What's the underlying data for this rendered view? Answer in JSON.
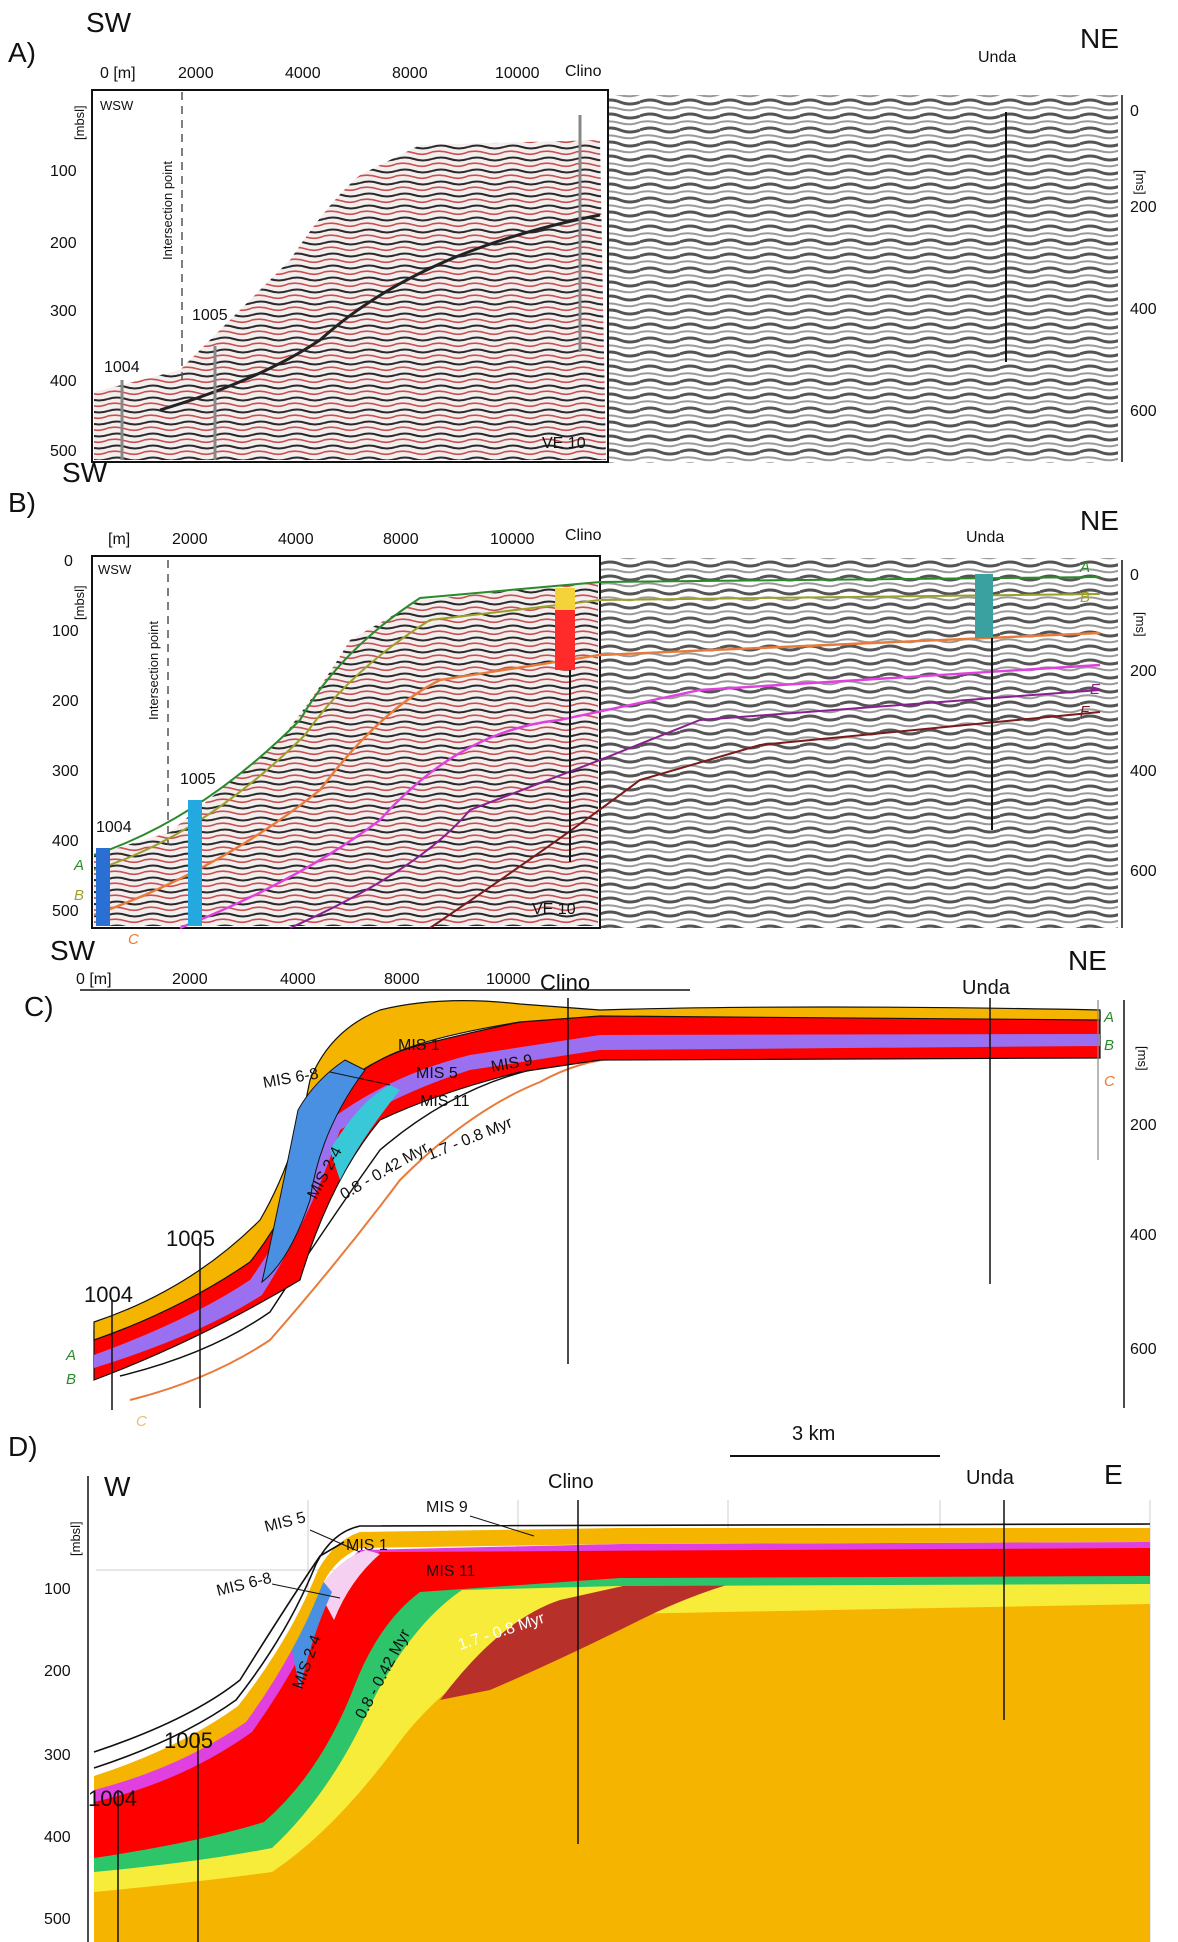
{
  "figure": {
    "panels": [
      {
        "id": "A",
        "letter": "A)",
        "left_dir": "SW",
        "right_dir": "NE",
        "x_unit": "0 [m]",
        "x_ticks": [
          "2000",
          "4000",
          "8000",
          "10000"
        ],
        "depth_unit": "[mbsl]",
        "depth_ticks": [
          "100",
          "200",
          "300",
          "400",
          "500"
        ],
        "twt_unit": "[ms]",
        "twt_ticks": [
          "0",
          "200",
          "400",
          "600"
        ],
        "wsw": "WSW",
        "intersection": "Intersection point",
        "wells": [
          "1004",
          "1005"
        ],
        "clino": "Clino",
        "unda": "Unda",
        "ve": "VE 10"
      },
      {
        "id": "B",
        "letter": "B)",
        "left_dir": "SW",
        "right_dir": "NE",
        "x_unit": "[m]",
        "x_ticks": [
          "2000",
          "4000",
          "8000",
          "10000"
        ],
        "depth_unit": "[mbsl]",
        "depth_ticks": [
          "0",
          "100",
          "200",
          "300",
          "400",
          "500"
        ],
        "twt_unit": "[ms]",
        "twt_ticks": [
          "0",
          "200",
          "400",
          "600"
        ],
        "wsw": "WSW",
        "intersection": "Intersection point",
        "wells": [
          "1004",
          "1005"
        ],
        "clino": "Clino",
        "unda": "Unda",
        "ve": "VE 10",
        "horizons_left": [
          "A",
          "B",
          "C"
        ],
        "horizons_right": [
          "A",
          "B",
          "E",
          "F"
        ]
      },
      {
        "id": "C",
        "letter": "C)",
        "left_dir": "SW",
        "right_dir": "NE",
        "x_unit": "0 [m]",
        "x_ticks": [
          "2000",
          "4000",
          "8000",
          "10000"
        ],
        "twt_unit": "[ms]",
        "twt_ticks": [
          "200",
          "400",
          "600"
        ],
        "wells": [
          "1004",
          "1005"
        ],
        "clino": "Clino",
        "unda": "Unda",
        "units": [
          "MIS 1",
          "MIS 5",
          "MIS 9",
          "MIS 11",
          "MIS 6-8",
          "MIS 2-4",
          "0.8 - 0.42 Myr",
          "1.7 - 0.8 Myr"
        ],
        "horizons_left": [
          "A",
          "B",
          "C"
        ],
        "horizons_right": [
          "A",
          "B",
          "C"
        ]
      },
      {
        "id": "D",
        "letter": "D)",
        "left_dir": "W",
        "right_dir": "E",
        "scale_label": "3 km",
        "depth_unit": "[mbsl]",
        "depth_ticks": [
          "100",
          "200",
          "300",
          "400",
          "500"
        ],
        "wells": [
          "1004",
          "1005"
        ],
        "clino": "Clino",
        "unda": "Unda",
        "units": [
          "MIS 9",
          "MIS 5",
          "MIS 1",
          "MIS 11",
          "MIS 6-8",
          "MIS 2-4",
          "0.8 - 0.42 Myr",
          "1.7 - 0.8 Myr"
        ]
      }
    ],
    "colors": {
      "mis1": "#f5b400",
      "mis5": "#ff0000",
      "mis9": "#9a6ff0",
      "mis24": "#4a90e2",
      "old": "#f7ec3a",
      "green": "#2ec46a",
      "darkred": "#b8302a",
      "orange": "#e87b3a",
      "magenta": "#e040e0"
    }
  }
}
